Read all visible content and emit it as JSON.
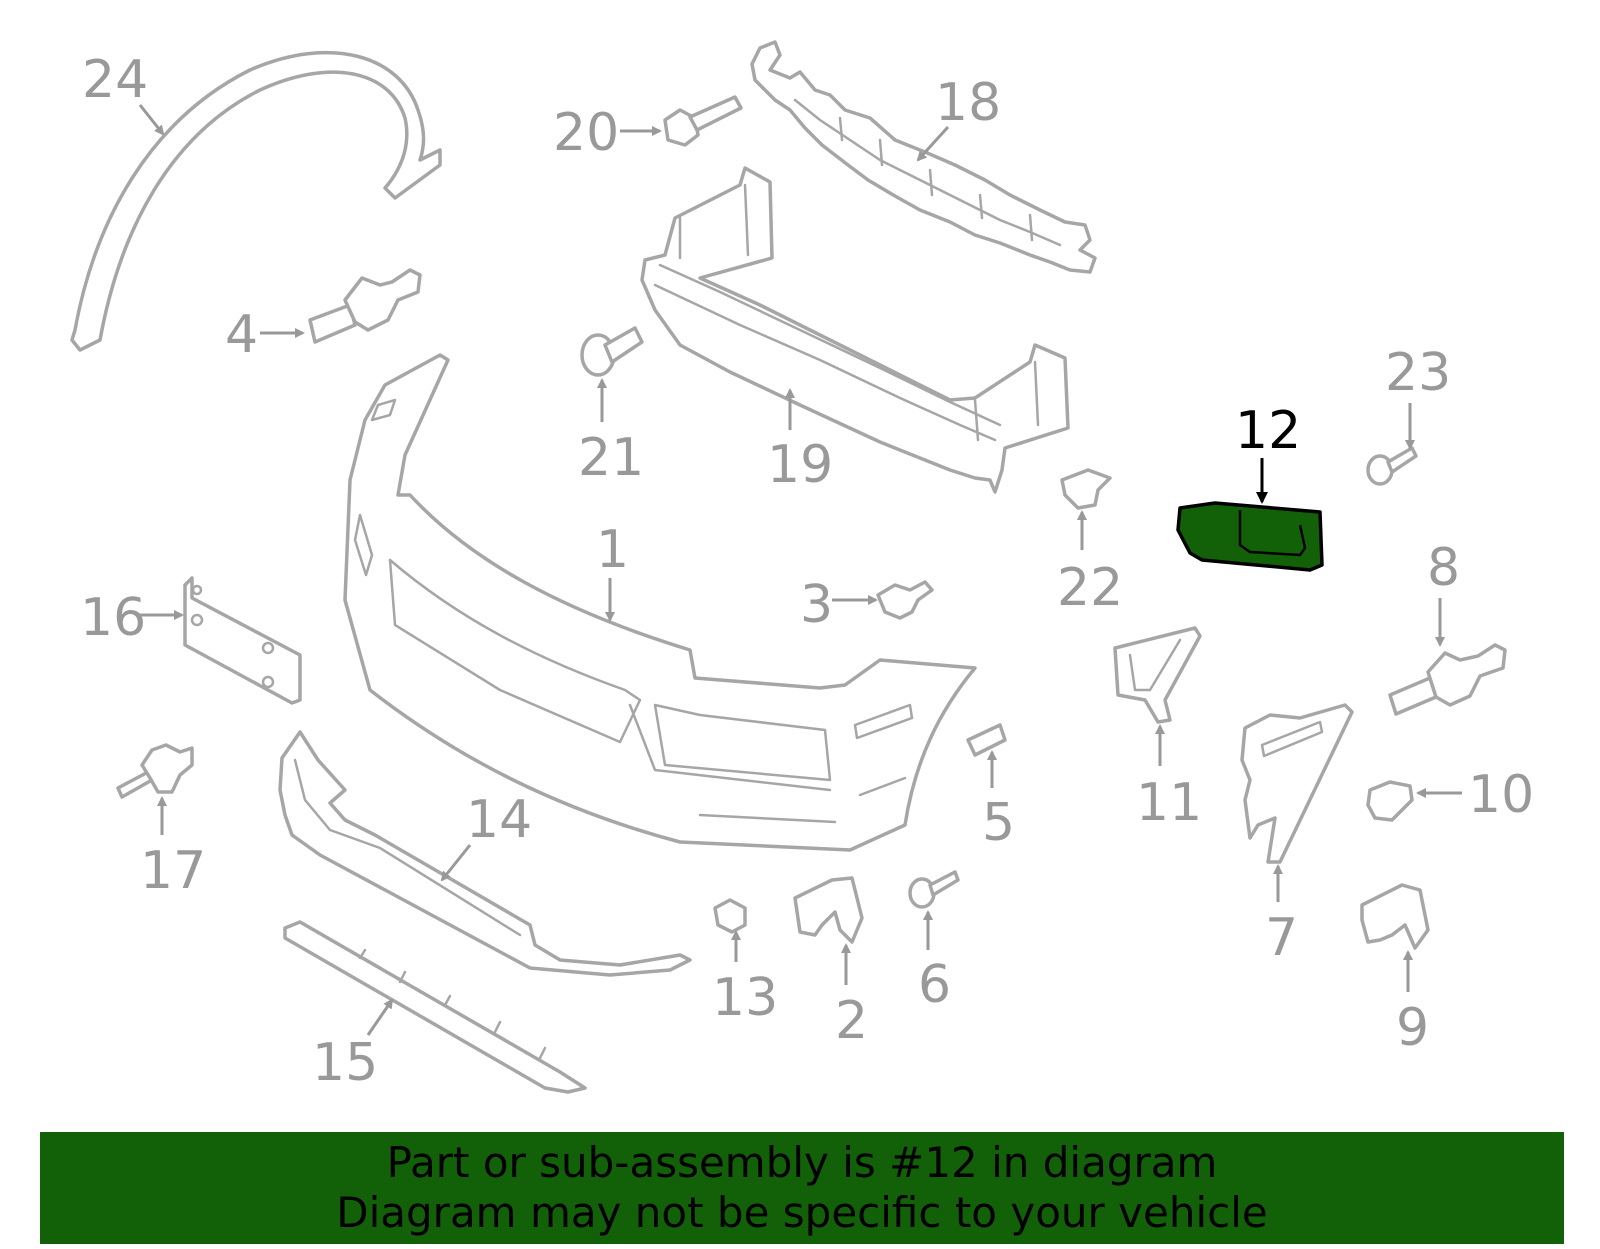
{
  "diagram": {
    "highlighted_part": "12",
    "callouts": [
      "1",
      "2",
      "3",
      "4",
      "5",
      "6",
      "7",
      "8",
      "9",
      "10",
      "11",
      "12",
      "13",
      "14",
      "15",
      "16",
      "17",
      "18",
      "19",
      "20",
      "21",
      "22",
      "23",
      "24"
    ]
  },
  "banner": {
    "line1": "Part or sub-assembly is #12 in diagram",
    "line2": "Diagram may not be specific to your vehicle",
    "background_color": "#126109"
  },
  "colors": {
    "part_stroke": "#a6a6a6",
    "label_gray": "#999999",
    "highlight_fill": "#126109"
  }
}
